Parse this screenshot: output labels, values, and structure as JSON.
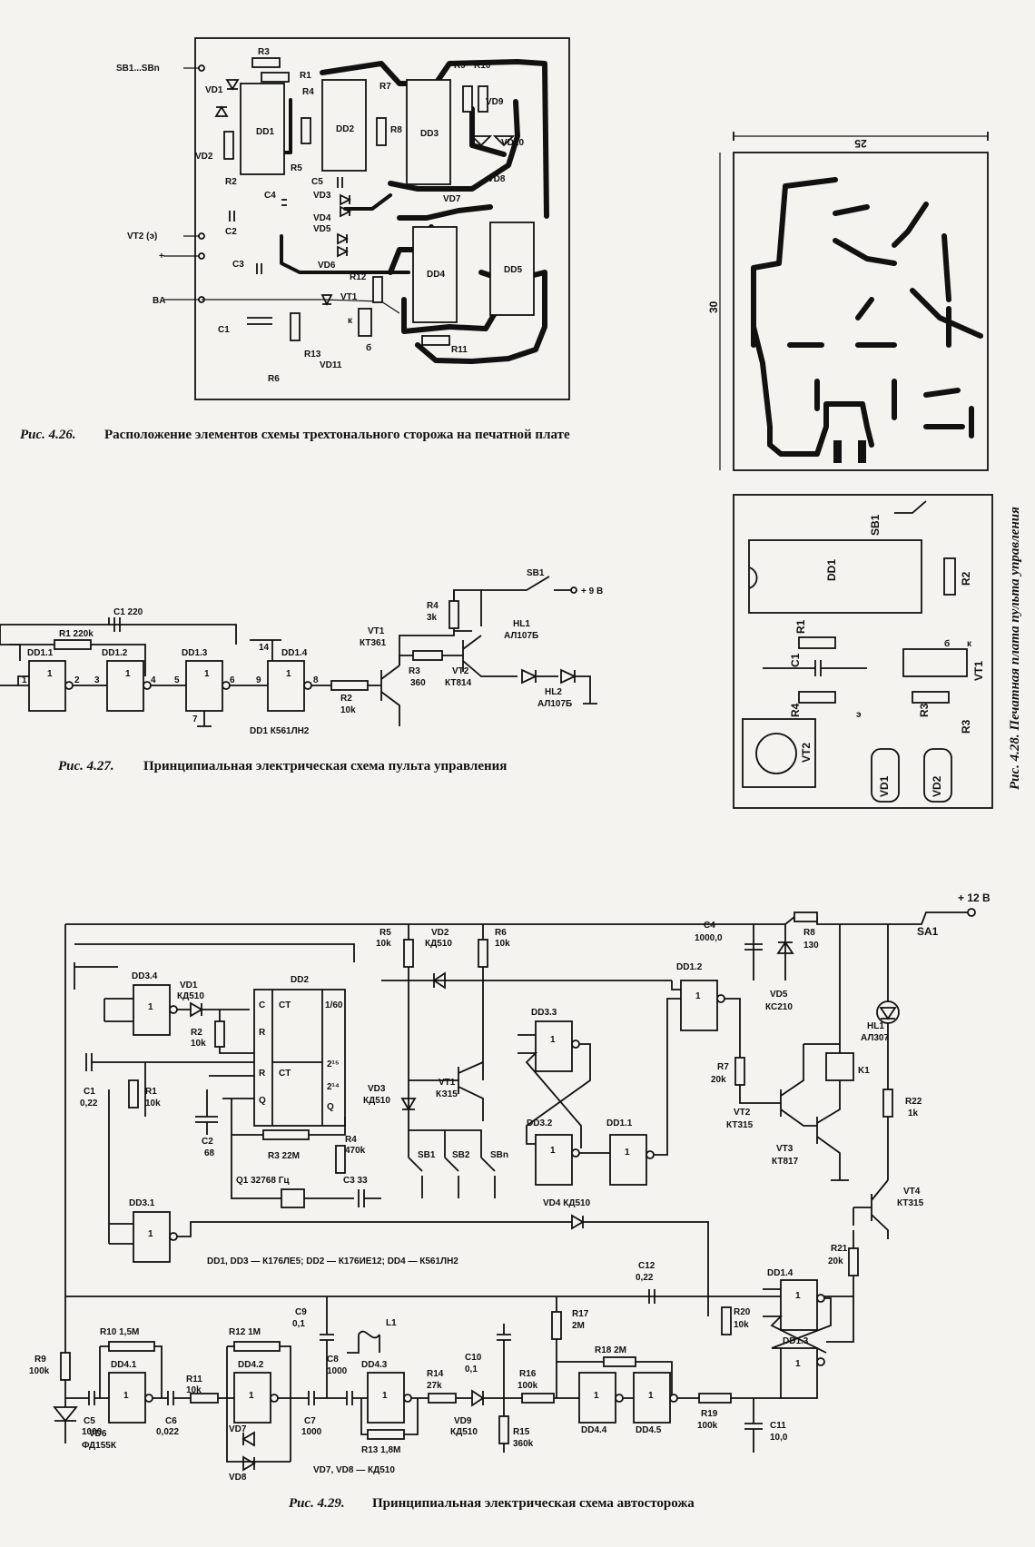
{
  "fig426": {
    "caption_num": "Рис. 4.26.",
    "caption_text": "Расположение элементов схемы трехтонального сторожа на печатной плате",
    "labels": {
      "sb": "SB1...SBn",
      "r3": "R3",
      "r1": "R1",
      "r4": "R4",
      "r7": "R7",
      "r8": "R8",
      "r9": "R9",
      "r10": "R10",
      "vd1": "VD1",
      "vd2": "VD2",
      "vd9": "VD9",
      "vd10": "VD10",
      "vd8": "VD8",
      "vd3": "VD3",
      "vd4": "VD4",
      "vd5": "VD5",
      "vd6": "VD6",
      "vd7": "VD7",
      "vd11": "VD11",
      "dd1": "DD1",
      "dd2": "DD2",
      "dd3": "DD3",
      "dd4": "DD4",
      "dd5": "DD5",
      "r2": "R2",
      "r5": "R5",
      "r6": "R6",
      "r11": "R11",
      "r12": "R12",
      "r13": "R13",
      "c1": "C1",
      "c2": "C2",
      "c3": "C3",
      "c4": "C4",
      "c5": "C5",
      "vt2": "VT2 (э)",
      "ba": "BA",
      "vt1": "VT1",
      "k": "к",
      "b": "б"
    }
  },
  "fig427": {
    "caption_num": "Рис. 4.27.",
    "caption_text": "Принципиальная электрическая схема пульта управления",
    "labels": {
      "c1": "C1 220",
      "r1": "R1 220k",
      "dd11": "DD1.1",
      "dd12": "DD1.2",
      "dd13": "DD1.3",
      "dd14": "DD1.4",
      "r2": "R2",
      "r2v": "10k",
      "r3": "R3",
      "r3v": "360",
      "r4": "R4",
      "r4v": "3k",
      "vt1": "VT1",
      "vt1t": "КТ361",
      "vt2": "VT2",
      "vt2t": "КТ814",
      "hl1": "HL1",
      "hl1t": "АЛ107Б",
      "hl2": "HL2",
      "hl2t": "АЛ107Б",
      "sb1": "SB1",
      "pwr": "+ 9 В",
      "dd1note": "DD1 К561ЛН2",
      "one": "1",
      "p1": "1",
      "p2": "2",
      "p3": "3",
      "p4": "4",
      "p5": "5",
      "p6": "6",
      "p7": "7",
      "p8": "8",
      "p9": "9",
      "p14": "14"
    }
  },
  "fig428": {
    "caption": "Рис. 4.28. Печатная плата пульта управления",
    "dim_w": "25",
    "dim_h": "30",
    "labels": {
      "sb1": "SB1",
      "dd1": "DD1",
      "r2": "R2",
      "r1": "R1",
      "c1": "C1",
      "r4": "R4",
      "r3": "R3",
      "r3b": "R3",
      "vt1": "VT1",
      "vt2": "VT2",
      "vd1": "VD1",
      "vd2": "VD2",
      "k": "к",
      "b": "б",
      "e": "э"
    }
  },
  "fig429": {
    "caption_num": "Рис. 4.29.",
    "caption_text": "Принципиальная электрическая схема автосторожа",
    "pwr": "+ 12 В",
    "sa1": "SA1",
    "labels": {
      "r5": "R5",
      "r5v": "10k",
      "vd2": "VD2",
      "vd2t": "КД510",
      "r6": "R6",
      "r6v": "10k",
      "c4": "C4",
      "c4v": "1000,0",
      "r8": "R8",
      "r8v": "130",
      "vd5": "VD5",
      "vd5t": "КС210",
      "dd12": "DD1.2",
      "dd34": "DD3.4",
      "vd1": "VD1",
      "vd1t": "КД510",
      "dd2": "DD2",
      "ct": "CT",
      "ct2": "CT",
      "div": "1/60",
      "pin_c": "C",
      "pin_r": "R",
      "pin_r2": "R",
      "pin_q": "Q",
      "pin_q2": "Q",
      "q15": "2¹⁵",
      "q14": "2¹⁴",
      "hl1": "HL1",
      "hl1t": "АЛ307",
      "dd33": "DD3.3",
      "r2": "R2",
      "r2v": "10k",
      "r7": "R7",
      "r7v": "20k",
      "c1": "C1",
      "c1v": "0,22",
      "r1": "R1",
      "r1v": "10k",
      "vt1": "VT1",
      "vt1t": "КЗ15",
      "vt2": "VT2",
      "vt2t": "КТ315",
      "vt3": "VT3",
      "vt3t": "КТ817",
      "k1": "K1",
      "vd3": "VD3",
      "vd3t": "КД510",
      "c2": "C2",
      "c2v": "68",
      "r3": "R3 22M",
      "r4": "R4",
      "r4v": "470k",
      "q1": "Q1 32768 Гц",
      "c3": "C3 33",
      "dd32": "DD3.2",
      "dd11": "DD1.1",
      "sb1": "SB1",
      "sb2": "SB2",
      "sbn": "SBn",
      "r22": "R22",
      "r22v": "1k",
      "vd4": "VD4 КД510",
      "vt4": "VT4",
      "vt4t": "КТ315",
      "dd31": "DD3.1",
      "note": "DD1, DD3 — К176ЛЕ5; DD2 — К176ИЕ12; DD4 — К561ЛН2",
      "c12": "C12",
      "c12v": "0,22",
      "r21": "R21",
      "r21v": "20k",
      "r10": "R10 1,5M",
      "r12": "R12 1M",
      "c9": "C9",
      "c9v": "0,1",
      "l1": "L1",
      "r17": "R17",
      "r17v": "2M",
      "r18": "R18 2M",
      "dd14": "DD1.4",
      "r20": "R20",
      "r20v": "10k",
      "r9": "R9",
      "r9v": "100k",
      "dd41": "DD4.1",
      "r11": "R11",
      "r11v": "10k",
      "dd42": "DD4.2",
      "c8": "C8",
      "c8v": "1000",
      "dd43": "DD4.3",
      "r14": "R14",
      "r14v": "27k",
      "c10": "C10",
      "c10v": "0,1",
      "r16": "R16",
      "r16v": "100k",
      "dd13": "DD1.3",
      "c5": "C5",
      "c5v": "1000",
      "c6": "C6",
      "c6v": "0,022",
      "vd7": "VD7",
      "c7": "C7",
      "c7v": "1000",
      "r13": "R13 1,8M",
      "vd9": "VD9",
      "vd9t": "КД510",
      "r15": "R15",
      "r15v": "360k",
      "dd44": "DD4.4",
      "dd45": "DD4.5",
      "r19": "R19",
      "r19v": "100k",
      "c11": "C11",
      "c11v": "10,0",
      "vd6": "VD6",
      "vd6t": "ФД155К",
      "vd8": "VD8",
      "vd78": "VD7, VD8 — КД510",
      "one": "1"
    }
  }
}
